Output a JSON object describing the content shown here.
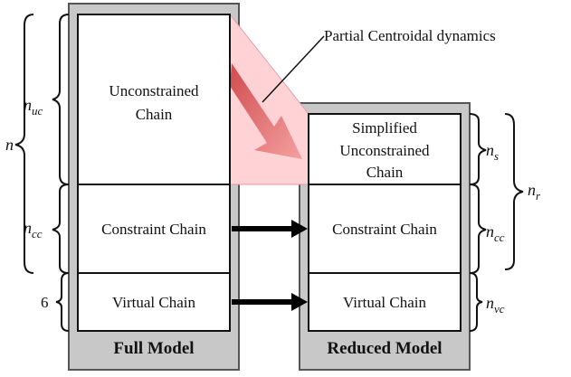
{
  "annotation": "Partial Centroidal dynamics",
  "full_model": {
    "title": "Full Model",
    "unconstrained_line1": "Unconstrained",
    "unconstrained_line2": "Chain",
    "constraint": "Constraint Chain",
    "virtual": "Virtual Chain"
  },
  "reduced_model": {
    "title": "Reduced Model",
    "simplified_line1": "Simplified",
    "simplified_line2": "Unconstrained",
    "simplified_line3": "Chain",
    "constraint": "Constraint Chain",
    "virtual": "Virtual Chain"
  },
  "left_labels": {
    "n": "n",
    "n_uc_base": "n",
    "n_uc_sub": "uc",
    "n_cc_base": "n",
    "n_cc_sub": "cc",
    "six": "6"
  },
  "right_labels": {
    "n_s_base": "n",
    "n_s_sub": "s",
    "n_r_base": "n",
    "n_r_sub": "r",
    "n_cc_base": "n",
    "n_cc_sub": "cc",
    "n_vc_base": "n",
    "n_vc_sub": "vc"
  },
  "colors": {
    "frame_fill": "#c8c8c8",
    "frame_stroke": "#555555",
    "box_stroke": "#111111",
    "highlight": "#ffd2d6",
    "arrow_red": "#e06a6a"
  }
}
